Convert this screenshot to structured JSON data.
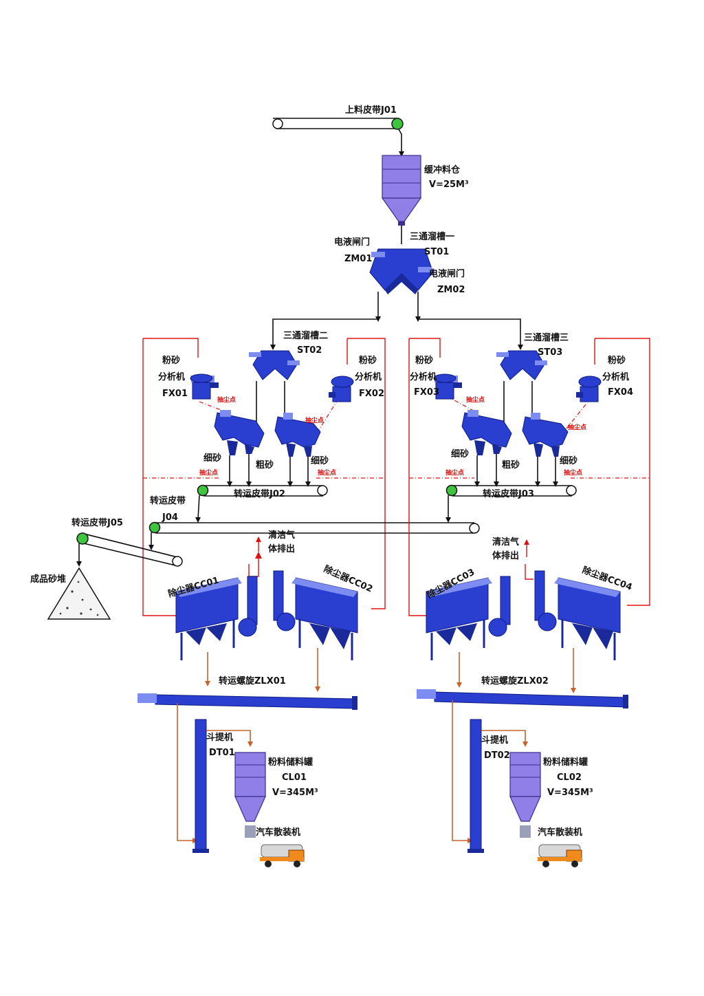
{
  "labels": {
    "j01": "上料皮带J01",
    "buffer_bin": "缓冲料仓",
    "buffer_bin_vol": "V=25M³",
    "st01_name": "三通溜槽一",
    "st01_code": "ST01",
    "zm01_name": "电液闸门",
    "zm01_code": "ZM01",
    "zm02_name": "电液闸门",
    "zm02_code": "ZM02",
    "st02_name": "三通溜槽二",
    "st02_code": "ST02",
    "st03_name": "三通溜槽三",
    "st03_code": "ST03",
    "fx_name_1": "粉砂",
    "fx_name_2": "分析机",
    "fx01": "FX01",
    "fx02": "FX02",
    "fx03": "FX03",
    "fx04": "FX04",
    "dust_point": "抽尘点",
    "fine_sand": "细砂",
    "coarse_sand": "粗砂",
    "j02": "转运皮带J02",
    "j03": "转运皮带J03",
    "j04_name": "转运皮带",
    "j04_code": "J04",
    "j05": "转运皮带J05",
    "sand_pile": "成品砂堆",
    "clean_gas_1": "清洁气",
    "clean_gas_2": "体排出",
    "cc01": "除尘器CC01",
    "cc02": "除尘器CC02",
    "cc03": "除尘器CC03",
    "cc04": "除尘器CC04",
    "zlx01": "转运螺旋ZLX01",
    "zlx02": "转运螺旋ZLX02",
    "dt_name": "斗提机",
    "dt01": "DT01",
    "dt02": "DT02",
    "cl_name": "粉料储料罐",
    "cl01": "CL01",
    "cl02": "CL02",
    "cl_vol": "V=345M³",
    "loader": "汽车散装机"
  },
  "colors": {
    "equipment_blue": "#2a3fcf",
    "dust_line_red": "#e01010",
    "powder_line_orange": "#c8622a",
    "pulley_green": "#3ec43e"
  }
}
